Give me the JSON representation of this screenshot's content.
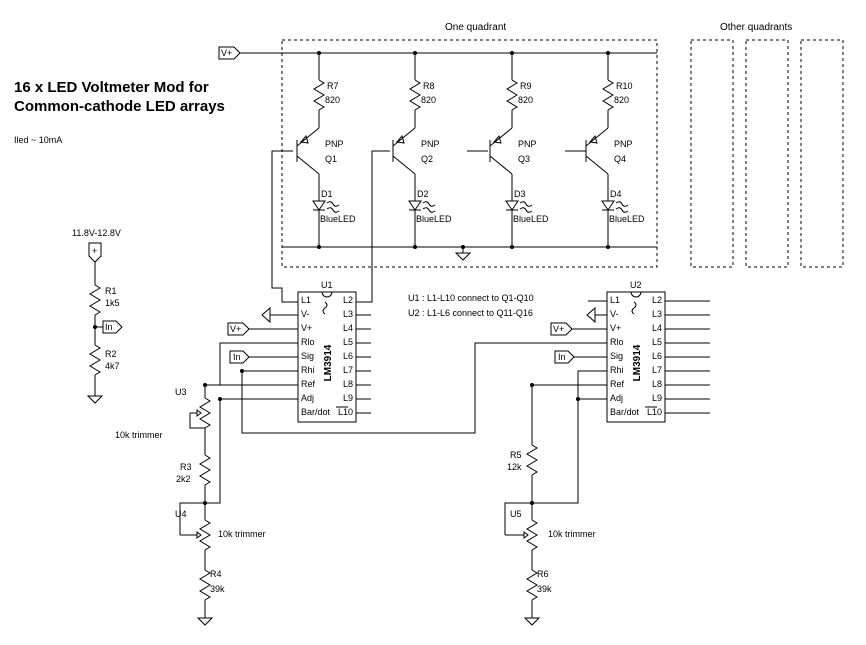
{
  "title_lines": [
    "16 x LED Voltmeter Mod for",
    "Common-cathode LED arrays"
  ],
  "current_note": "Iled ~ 10mA",
  "one_quadrant_label": "One quadrant",
  "other_quadrants_label": "Other quadrants",
  "supply_range": "11.8V-12.8V",
  "vplus": "V+",
  "in_label": "In",
  "plus_sign": "+",
  "connection_notes": [
    "U1 : L1-L10 connect to Q1-Q10",
    "U2 : L1-L6 connect to Q11-Q16"
  ],
  "transistors": [
    {
      "resistor": "R7",
      "resistor_value": "820",
      "type": "PNP",
      "name": "Q1",
      "diode": "D1",
      "led": "BlueLED"
    },
    {
      "resistor": "R8",
      "resistor_value": "820",
      "type": "PNP",
      "name": "Q2",
      "diode": "D2",
      "led": "BlueLED"
    },
    {
      "resistor": "R9",
      "resistor_value": "820",
      "type": "PNP",
      "name": "Q3",
      "diode": "D3",
      "led": "BlueLED"
    },
    {
      "resistor": "R10",
      "resistor_value": "820",
      "type": "PNP",
      "name": "Q4",
      "diode": "D4",
      "led": "BlueLED"
    }
  ],
  "divider": [
    {
      "name": "R1",
      "value": "1k5"
    },
    {
      "name": "R2",
      "value": "4k7"
    }
  ],
  "chips": [
    {
      "name": "U1",
      "part": "LM3914",
      "left_pins": [
        "L1",
        "V-",
        "V+",
        "Rlo",
        "Sig",
        "Rhi",
        "Ref",
        "Adj",
        "Bar/dot"
      ],
      "right_pins": [
        "L2",
        "L3",
        "L4",
        "L5",
        "L6",
        "L7",
        "L8",
        "L9",
        "L10"
      ]
    },
    {
      "name": "U2",
      "part": "LM3914",
      "left_pins": [
        "L1",
        "V-",
        "V+",
        "Rlo",
        "Sig",
        "Rhi",
        "Ref",
        "Adj",
        "Bar/dot"
      ],
      "right_pins": [
        "L2",
        "L3",
        "L4",
        "L5",
        "L6",
        "L7",
        "L8",
        "L9",
        "L10"
      ]
    }
  ],
  "left_chain": {
    "trimmer1": {
      "name": "U3",
      "value": "10k trimmer"
    },
    "resistor1": {
      "name": "R3",
      "value": "2k2"
    },
    "trimmer2": {
      "name": "U4",
      "value": "10k trimmer"
    },
    "resistor2": {
      "name": "R4",
      "value": "39k"
    }
  },
  "right_chain": {
    "resistor1": {
      "name": "R5",
      "value": "12k"
    },
    "trimmer1": {
      "name": "U5",
      "value": "10k trimmer"
    },
    "resistor2": {
      "name": "R6",
      "value": "39k"
    }
  }
}
